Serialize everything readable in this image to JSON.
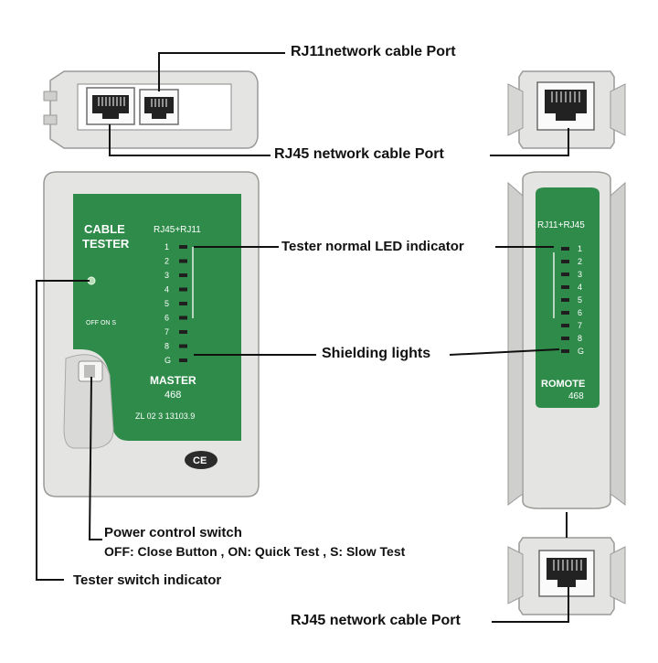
{
  "labels": {
    "rj11_port": "RJ11network cable Port",
    "rj45_port_top": "RJ45 network cable Port",
    "led_indicator": "Tester normal LED indicator",
    "shielding": "Shielding lights",
    "power_switch_title": "Power control switch",
    "power_switch_desc": "OFF: Close Button , ON: Quick Test , S: Slow Test",
    "switch_indicator": "Tester switch indicator",
    "rj45_port_bottom": "RJ45 network cable Port"
  },
  "master": {
    "title_line1": "CABLE",
    "title_line2": "TESTER",
    "connector_label": "RJ45+RJ11",
    "switch_positions": "OFF ON S",
    "name": "MASTER",
    "model": "468",
    "serial": "ZL 02 3 13103.9",
    "ce_mark": "CE",
    "leds": [
      "1",
      "2",
      "3",
      "4",
      "5",
      "6",
      "7",
      "8",
      "G"
    ]
  },
  "remote": {
    "connector_label": "RJ11+RJ45",
    "name": "ROMOTE",
    "model": "468",
    "leds": [
      "1",
      "2",
      "3",
      "4",
      "5",
      "6",
      "7",
      "8",
      "G"
    ]
  },
  "colors": {
    "panel_green": "#2e8b4a",
    "body_grey": "#e4e4e2"
  }
}
